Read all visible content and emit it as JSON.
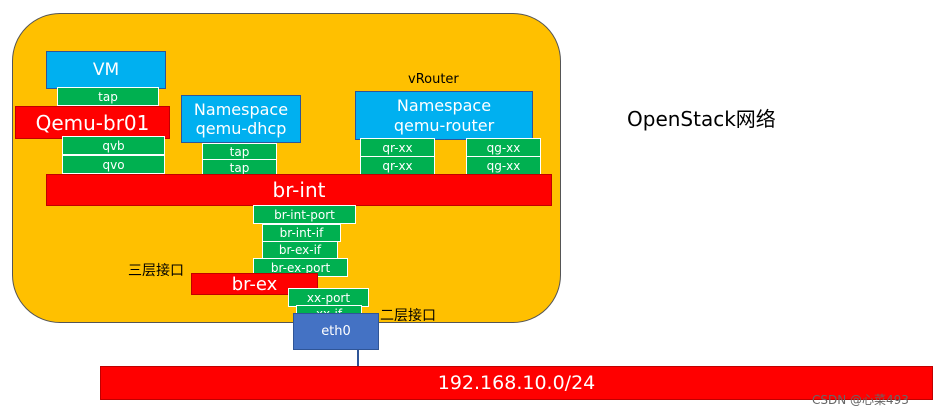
{
  "diagram": {
    "title": "OpenStack网络",
    "vm": "VM",
    "vm_tap": "tap",
    "qemu_bridge": "Qemu-br01",
    "qvb": "qvb",
    "qvo": "qvo",
    "dhcp_namespace": [
      "Namespace",
      "qemu-dhcp"
    ],
    "dhcp_taps": [
      "tap",
      "tap"
    ],
    "router_label": "vRouter",
    "router_namespace": [
      "Namespace",
      "qemu-router"
    ],
    "qr_ports": [
      "qr-xx",
      "qr-xx"
    ],
    "qg_ports": [
      "qg-xx",
      "qg-xx"
    ],
    "br_int": "br-int",
    "br_int_port": "br-int-port",
    "br_int_if": "br-int-if",
    "br_ex_if": "br-ex-if",
    "br_ex_port": "br-ex-port",
    "layer3_label": "三层接口",
    "br_ex": "br-ex",
    "xx_port": "xx-port",
    "xx_if": "xx-if",
    "layer2_label": "二层接口",
    "eth0": "eth0",
    "network": "192.168.10.0/24",
    "watermark": "CSDN @心菜493"
  }
}
